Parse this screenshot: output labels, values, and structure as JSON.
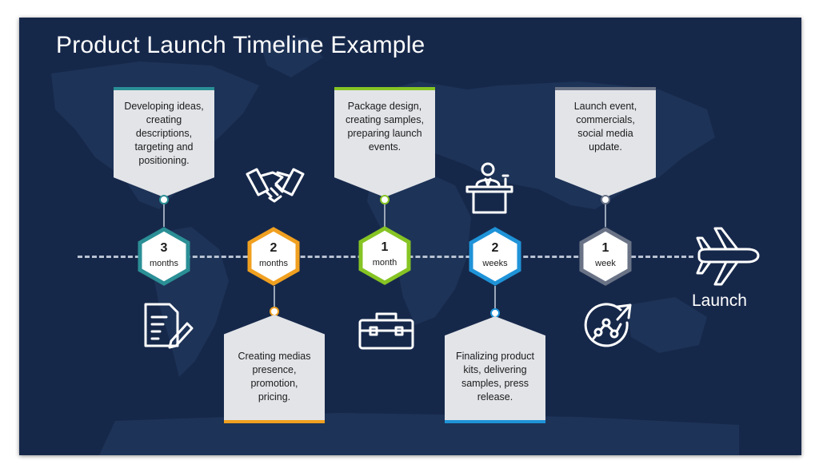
{
  "slide": {
    "title": "Product Launch Timeline Example",
    "background_color": "#16284a",
    "map_color": "#1d3357",
    "launch_label": "Launch"
  },
  "colors": {
    "teal": "#2b8f96",
    "orange": "#f0a020",
    "green": "#86c424",
    "blue": "#1f93d8",
    "gray": "#6a7386",
    "card": "#e2e4e8",
    "axis": "#b8c2d2"
  },
  "stages": [
    {
      "number": "3",
      "unit": "months",
      "color": "#2b8f96",
      "card_position": "top",
      "text": "Developing ideas,\ncreating\ndescriptions,\ntargeting and\npositioning.",
      "icon": "document-pen-icon"
    },
    {
      "number": "2",
      "unit": "months",
      "color": "#f0a020",
      "card_position": "bottom",
      "text": "Creating medias\npresence,\npromotion,\npricing.",
      "icon": "handshake-icon"
    },
    {
      "number": "1",
      "unit": "month",
      "color": "#86c424",
      "card_position": "top",
      "text": "Package design,\ncreating samples,\npreparing launch\nevents.",
      "icon": "toolbox-icon"
    },
    {
      "number": "2",
      "unit": "weeks",
      "color": "#1f93d8",
      "card_position": "bottom",
      "text": "Finalizing product\nkits, delivering\nsamples, press\nrelease.",
      "icon": "speaker-podium-icon"
    },
    {
      "number": "1",
      "unit": "week",
      "color": "#6a7386",
      "card_position": "top",
      "text": "Launch event,\ncommercials,\nsocial media\nupdate.",
      "icon": "growth-chart-icon"
    }
  ],
  "end_icon": "airplane-icon"
}
